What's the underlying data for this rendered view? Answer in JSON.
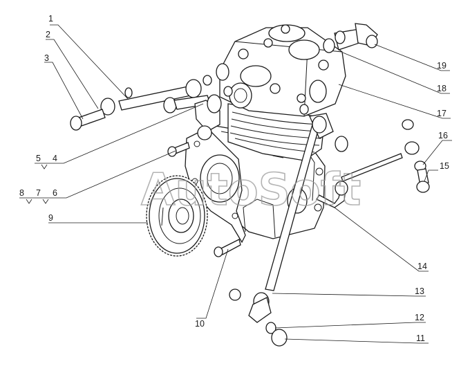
{
  "watermark": "AutoSoft",
  "callouts": [
    {
      "id": "1",
      "text": "1"
    },
    {
      "id": "2",
      "text": "2"
    },
    {
      "id": "3",
      "text": "3"
    },
    {
      "id": "4",
      "text": "4"
    },
    {
      "id": "5",
      "text": "5"
    },
    {
      "id": "6",
      "text": "6"
    },
    {
      "id": "7",
      "text": "7"
    },
    {
      "id": "8",
      "text": "8"
    },
    {
      "id": "9",
      "text": "9"
    },
    {
      "id": "10",
      "text": "10"
    },
    {
      "id": "11",
      "text": "11"
    },
    {
      "id": "12",
      "text": "12"
    },
    {
      "id": "13",
      "text": "13"
    },
    {
      "id": "14",
      "text": "14"
    },
    {
      "id": "15",
      "text": "15"
    },
    {
      "id": "16",
      "text": "16"
    },
    {
      "id": "17",
      "text": "17"
    },
    {
      "id": "18",
      "text": "18"
    },
    {
      "id": "19",
      "text": "19"
    }
  ]
}
